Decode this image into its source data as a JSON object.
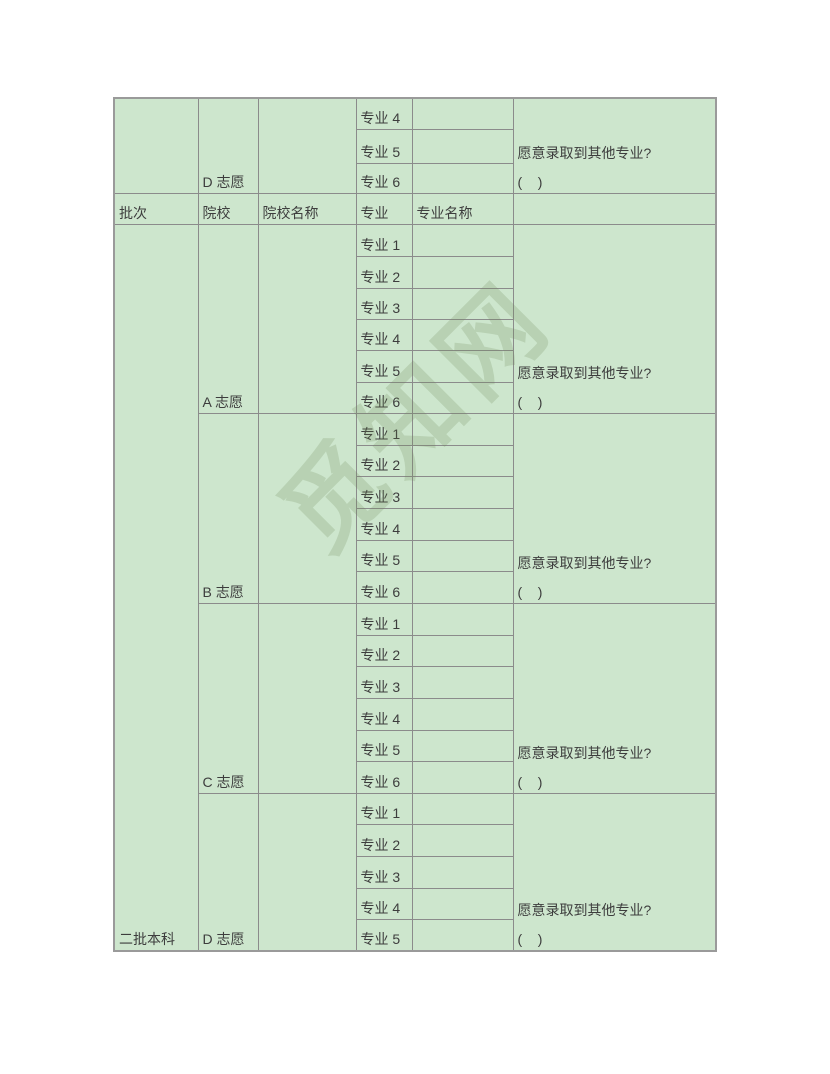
{
  "palette": {
    "page_bg": "#ffffff",
    "table_bg": "#cde6cd",
    "grid_line": "#8b8b8b",
    "outer_line": "#9a9a9a",
    "text": "#3d3d3d",
    "watermark_tint": "rgba(110,135,85,0.22)"
  },
  "watermark": {
    "text": "觅知网"
  },
  "header": {
    "batch": "批次",
    "college": "院校",
    "college_name": "院校名称",
    "major": "专业",
    "major_name": "专业名称"
  },
  "question": {
    "line1": "愿意录取到其他专业?",
    "line2": "(    )"
  },
  "top_block": {
    "choice": "D 志愿",
    "majors": [
      "专业 4",
      "专业 5",
      "专业 6"
    ]
  },
  "second_batch_label": "二批本科",
  "blocks": [
    {
      "choice": "A 志愿",
      "majors": [
        "专业 1",
        "专业 2",
        "专业 3",
        "专业 4",
        "专业 5",
        "专业 6"
      ]
    },
    {
      "choice": "B 志愿",
      "majors": [
        "专业 1",
        "专业 2",
        "专业 3",
        "专业 4",
        "专业 5",
        "专业 6"
      ]
    },
    {
      "choice": "C 志愿",
      "majors": [
        "专业 1",
        "专业 2",
        "专业 3",
        "专业 4",
        "专业 5",
        "专业 6"
      ]
    },
    {
      "choice": "D 志愿",
      "majors": [
        "专业 1",
        "专业 2",
        "专业 3",
        "专业 4",
        "专业 5"
      ]
    }
  ]
}
